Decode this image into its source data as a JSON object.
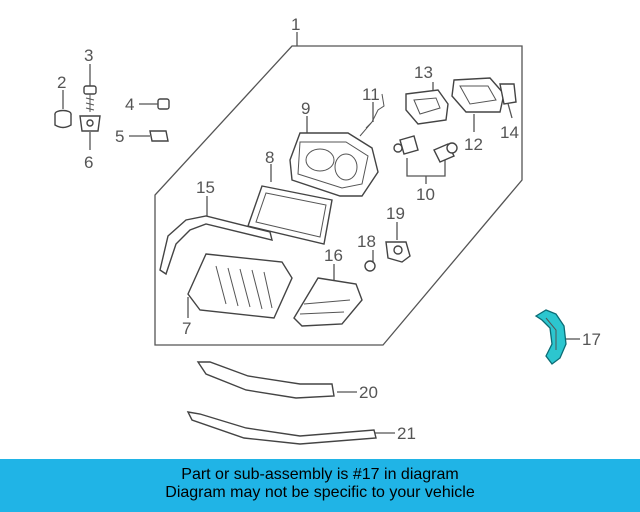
{
  "callouts": [
    "1",
    "2",
    "3",
    "4",
    "5",
    "6",
    "7",
    "8",
    "9",
    "10",
    "11",
    "12",
    "13",
    "14",
    "15",
    "16",
    "17",
    "18",
    "19",
    "20",
    "21"
  ],
  "highlighted_part": "17",
  "highlight_color": "#2cc6cf",
  "banner": {
    "line1": "Part or sub-assembly is #17 in diagram",
    "line2": "Diagram may not be specific to your vehicle",
    "background": "#20b4e6"
  }
}
